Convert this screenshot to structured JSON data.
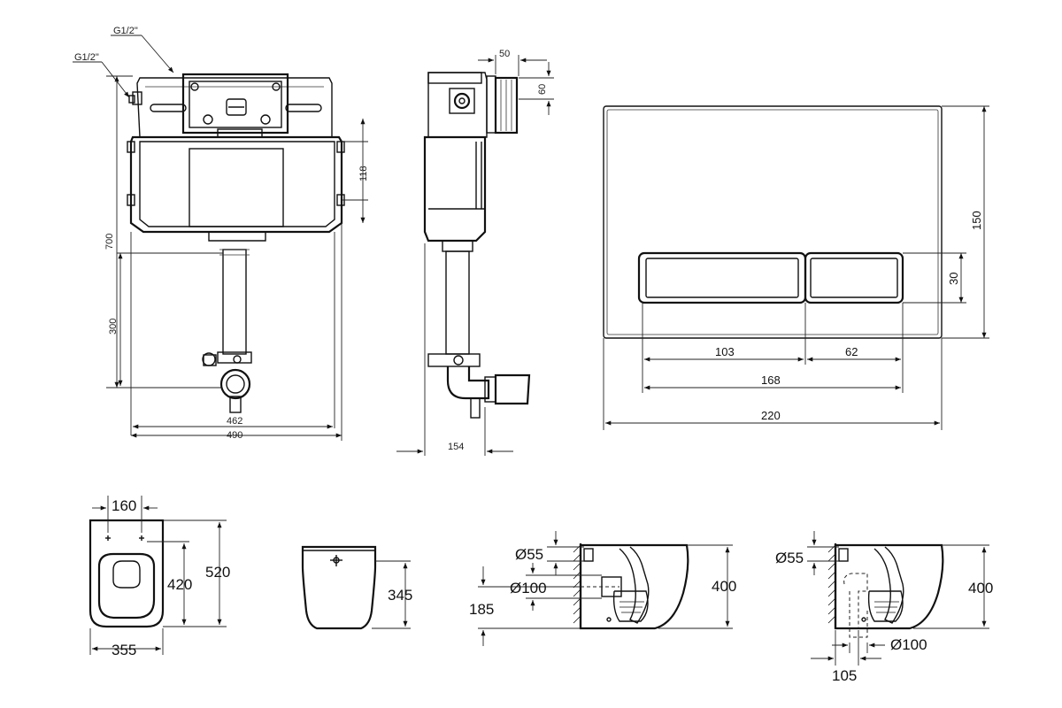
{
  "cistern": {
    "labels": {
      "g_top": "G1/2\"",
      "g_left": "G1/2\""
    },
    "dims": {
      "height_total": "700",
      "height_outlet": "300",
      "width_inner": "462",
      "width_outer": "490",
      "bracket": "118"
    }
  },
  "cistern_side": {
    "dims": {
      "depth": "154",
      "top_width": "50",
      "top_height": "60"
    }
  },
  "flush_plate": {
    "dims": {
      "width": "220",
      "height": "150",
      "button_height": "30",
      "buttons_width": "168",
      "button_left": "103",
      "button_right": "62"
    }
  },
  "toilet_top": {
    "dims": {
      "holes_spacing": "160",
      "length": "520",
      "holes_to_front": "420",
      "width": "355"
    }
  },
  "toilet_back": {
    "dims": {
      "height": "345"
    }
  },
  "toilet_side_a": {
    "dims": {
      "inlet_dia": "Ø55",
      "outlet_dia": "Ø100",
      "outlet_height": "185",
      "height": "400"
    }
  },
  "toilet_side_b": {
    "dims": {
      "inlet_dia": "Ø55",
      "height": "400",
      "outlet_dia": "Ø100",
      "outlet_offset": "105"
    }
  }
}
